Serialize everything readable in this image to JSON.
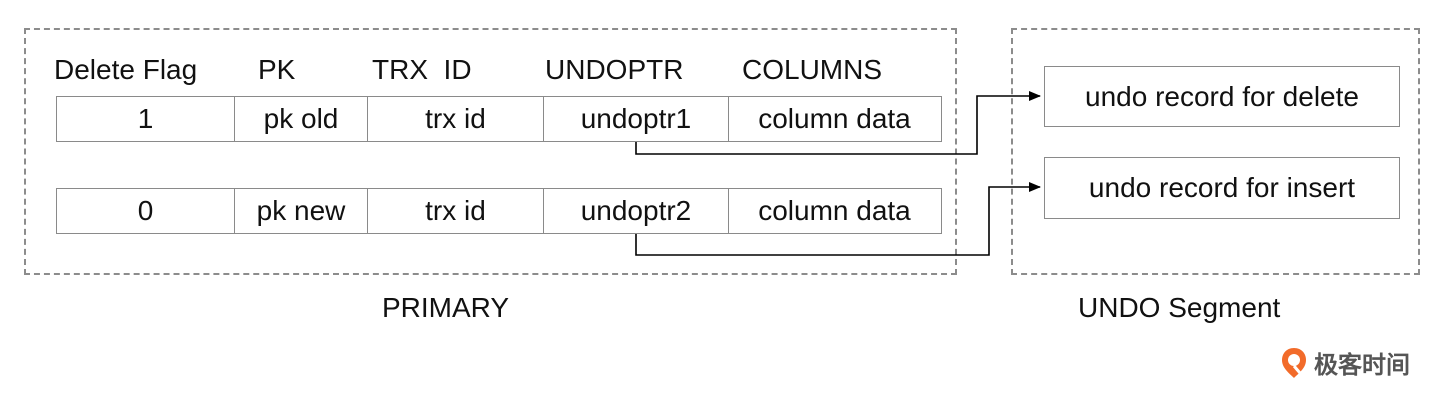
{
  "primary": {
    "headers": [
      "Delete Flag",
      "PK",
      "TRX  ID",
      "UNDOPTR",
      "COLUMNS"
    ],
    "rows": [
      [
        "1",
        "pk old",
        "trx id",
        "undoptr1",
        "column data"
      ],
      [
        "0",
        "pk new",
        "trx id",
        "undoptr2",
        "column data"
      ]
    ],
    "caption": "PRIMARY"
  },
  "undo_segment": {
    "records": [
      "undo record for delete",
      "undo record for insert"
    ],
    "caption": "UNDO Segment"
  },
  "watermark": {
    "text": "极客时间",
    "icon": "geektime-logo-icon",
    "color": "#f26b2a"
  },
  "colors": {
    "border": "#8a8a8a",
    "dashed": "#8c8c8c",
    "arrow": "#000000"
  }
}
